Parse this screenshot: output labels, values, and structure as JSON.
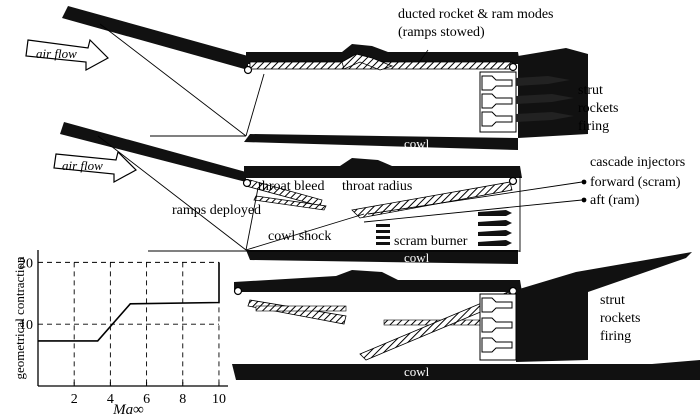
{
  "labels": {
    "ducted_modes_line1": "ducted rocket & ram modes",
    "ducted_modes_line2": "(ramps stowed)",
    "air_flow_top": "air flow",
    "air_flow_mid": "air flow",
    "strut_top_1": "strut",
    "strut_top_2": "rockets",
    "strut_top_3": "firing",
    "cowl_top": "cowl",
    "cascade_injectors": "cascade injectors",
    "forward_scram": "forward (scram)",
    "aft_ram": "aft (ram)",
    "throat_bleed": "throat bleed",
    "throat_radius": "throat radius",
    "ramps_deployed": "ramps deployed",
    "cowl_shock": "cowl shock",
    "scram_burner": "scram burner",
    "cowl_mid": "cowl",
    "strut_bot_1": "strut",
    "strut_bot_2": "rockets",
    "strut_bot_3": "firing",
    "cowl_bot": "cowl"
  },
  "chart_data": {
    "type": "line",
    "ylabel": "geometrical contraction",
    "xlabel": "Ma∞",
    "x_ticks": [
      "2",
      "4",
      "6",
      "8",
      "10"
    ],
    "y_ticks": [
      "10",
      "20"
    ],
    "xlim": [
      0,
      10.5
    ],
    "ylim": [
      0,
      22
    ],
    "series": [
      {
        "x": [
          0,
          3.3,
          5.1,
          10.0,
          10.0
        ],
        "y": [
          7.3,
          7.3,
          13.3,
          13.5,
          20.0
        ]
      }
    ]
  }
}
